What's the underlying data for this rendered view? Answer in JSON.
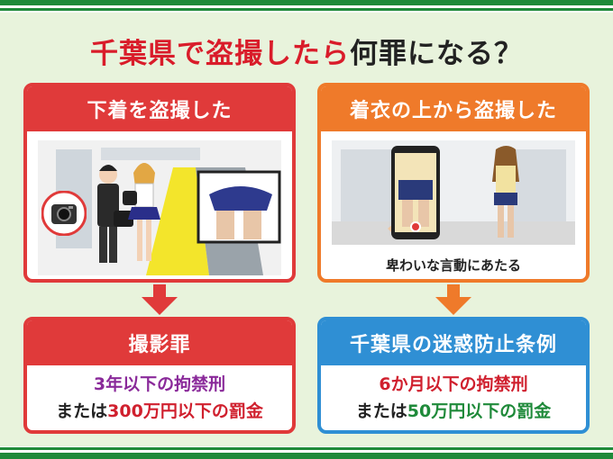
{
  "title": {
    "main": "千葉県で盗撮したら",
    "rest": "何罪になる？"
  },
  "left_panel": {
    "header": "下着を盗撮した"
  },
  "right_panel": {
    "header": "着衣の上から盗撮した",
    "caption": "卑わいな言動にあたる"
  },
  "left_result": {
    "header": "撮影罪",
    "line1": "3年以下の拘禁刑",
    "line2_prefix": "または",
    "line2_amount": "300万円以下の罰金"
  },
  "right_result": {
    "header": "千葉県の迷惑防止条例",
    "line1": "6か月以下の拘禁刑",
    "line2_prefix": "または",
    "line2_amount": "50万円以下の罰金"
  },
  "colors": {
    "stripe": "#1f8a3a",
    "background": "#e8f3dc",
    "title_red": "#d91c2a",
    "red": "#e03a3a",
    "orange": "#ef7a2a",
    "blue": "#2f8fd4",
    "purple": "#8a2a9a",
    "green": "#1f8a3a"
  },
  "icons": [
    "camera-icon",
    "arrow-down-icon",
    "smartphone-icon"
  ]
}
